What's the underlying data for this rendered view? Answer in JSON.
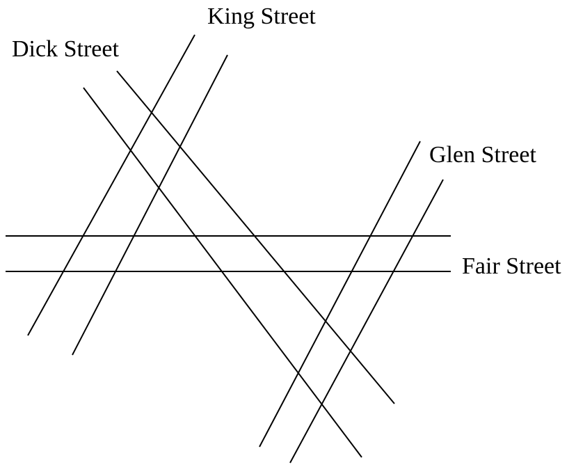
{
  "streets": {
    "king": {
      "label": "King Street"
    },
    "dick": {
      "label": "Dick Street"
    },
    "glen": {
      "label": "Glen Street"
    },
    "fair": {
      "label": "Fair Street"
    }
  },
  "colors": {
    "background": "#ffffff",
    "ink": "#000000"
  }
}
